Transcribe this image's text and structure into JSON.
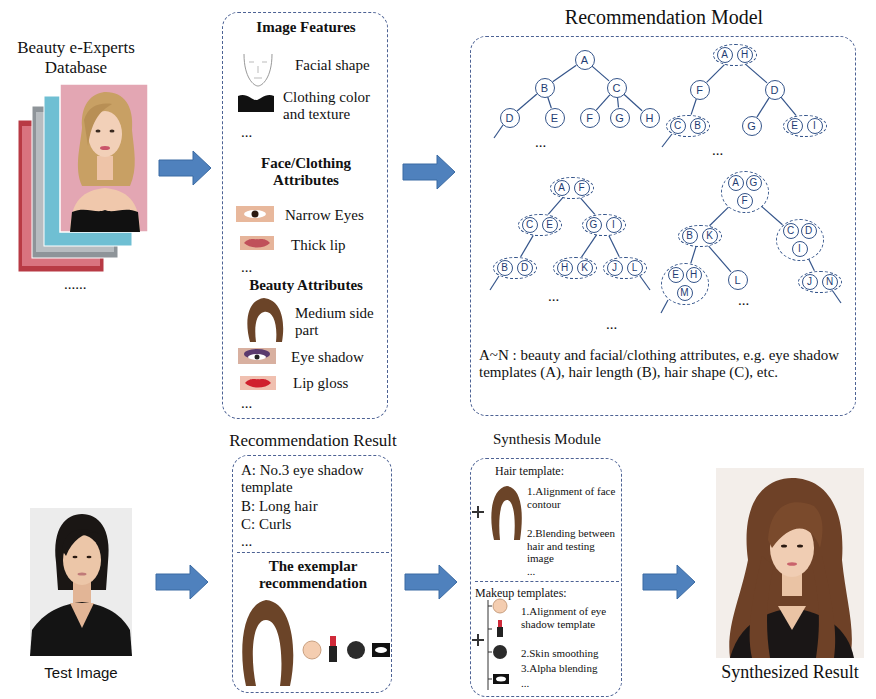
{
  "diagram": {
    "nodes": [
      {
        "text": [
          "Beauty e-Experts Database"
        ]
      },
      {
        "text": [
          "Image Features",
          "Facial shape",
          "Clothing color and texture",
          "...",
          "Face/Clothing Attributes",
          "Narrow Eyes",
          "Thick lip",
          "...",
          "Beauty Attributes",
          "Medium side part",
          "Eye shadow",
          "Lip gloss",
          "..."
        ]
      },
      {
        "text": [
          "Recommendation Model",
          "A~N : beauty and facial/clothing attributes, e.g. eye shadow templates (A), hair length (B), hair shape (C), etc."
        ]
      },
      {
        "text": [
          "A"
        ],
        "in": 2
      },
      {
        "text": [
          "B"
        ],
        "in": 2
      },
      {
        "text": [
          "C"
        ],
        "in": 2
      },
      {
        "text": [
          "D"
        ],
        "in": 2
      },
      {
        "text": [
          "E"
        ],
        "in": 2
      },
      {
        "text": [
          "F"
        ],
        "in": 2
      },
      {
        "text": [
          "G"
        ],
        "in": 2
      },
      {
        "text": [
          "H"
        ],
        "in": 2
      },
      {
        "text": [
          "A",
          "H"
        ],
        "in": 2
      },
      {
        "text": [
          "F"
        ],
        "in": 2
      },
      {
        "text": [
          "D"
        ],
        "in": 2
      },
      {
        "text": [
          "C",
          "B"
        ],
        "in": 2
      },
      {
        "text": [
          "G"
        ],
        "in": 2
      },
      {
        "text": [
          "E",
          "I"
        ],
        "in": 2
      },
      {
        "text": [
          "A",
          "F"
        ],
        "in": 2
      },
      {
        "text": [
          "C",
          "E"
        ],
        "in": 2
      },
      {
        "text": [
          "G",
          "I"
        ],
        "in": 2
      },
      {
        "text": [
          "B",
          "D"
        ],
        "in": 2
      },
      {
        "text": [
          "H",
          "K"
        ],
        "in": 2
      },
      {
        "text": [
          "J",
          "L"
        ],
        "in": 2
      },
      {
        "text": [
          "A",
          "G",
          "F"
        ],
        "in": 2
      },
      {
        "text": [
          "B",
          "K"
        ],
        "in": 2
      },
      {
        "text": [
          "C",
          "D",
          "I"
        ],
        "in": 2
      },
      {
        "text": [
          "E",
          "H",
          "M"
        ],
        "in": 2
      },
      {
        "text": [
          "L"
        ],
        "in": 2
      },
      {
        "text": [
          "J",
          "N"
        ],
        "in": 2
      },
      {
        "text": [
          "Test Image"
        ]
      },
      {
        "text": [
          "Recommendation Result",
          "A: No.3 eye shadow template",
          "B: Long hair",
          "C: Curls",
          "...",
          "The exemplar recommendation"
        ]
      },
      {
        "text": [
          "Synthesis Module",
          "Hair template:",
          "1.Alignment of face contour",
          "2.Blending between hair and testing image",
          "...",
          "Makeup templates:",
          "1.Alignment of eye shadow template",
          "2.Skin smoothing",
          "3.Alpha blending",
          "..."
        ]
      },
      {
        "text": [
          "Synthesized Result"
        ]
      }
    ],
    "edges": [
      {
        "from": 0,
        "to": 1,
        "arrow": "to"
      },
      {
        "from": 1,
        "to": 2,
        "arrow": "to"
      },
      {
        "from": 3,
        "to": 4,
        "arrow": "none"
      },
      {
        "from": 3,
        "to": 5,
        "arrow": "none"
      },
      {
        "from": 4,
        "to": 6,
        "arrow": "none"
      },
      {
        "from": 4,
        "to": 7,
        "arrow": "none"
      },
      {
        "from": 5,
        "to": 8,
        "arrow": "none"
      },
      {
        "from": 5,
        "to": 9,
        "arrow": "none"
      },
      {
        "from": 5,
        "to": 10,
        "arrow": "none"
      },
      {
        "from": 11,
        "to": 12,
        "arrow": "none"
      },
      {
        "from": 11,
        "to": 13,
        "arrow": "none"
      },
      {
        "from": 12,
        "to": 14,
        "arrow": "none"
      },
      {
        "from": 13,
        "to": 15,
        "arrow": "none"
      },
      {
        "from": 13,
        "to": 16,
        "arrow": "none"
      },
      {
        "from": 17,
        "to": 18,
        "arrow": "none"
      },
      {
        "from": 17,
        "to": 19,
        "arrow": "none"
      },
      {
        "from": 18,
        "to": 20,
        "arrow": "none"
      },
      {
        "from": 19,
        "to": 21,
        "arrow": "none"
      },
      {
        "from": 19,
        "to": 22,
        "arrow": "none"
      },
      {
        "from": 23,
        "to": 24,
        "arrow": "none"
      },
      {
        "from": 23,
        "to": 25,
        "arrow": "none"
      },
      {
        "from": 24,
        "to": 26,
        "arrow": "none"
      },
      {
        "from": 24,
        "to": 27,
        "arrow": "none"
      },
      {
        "from": 25,
        "to": 28,
        "arrow": "none"
      },
      {
        "from": 29,
        "to": 30,
        "arrow": "to"
      },
      {
        "from": 30,
        "to": 31,
        "arrow": "to"
      },
      {
        "from": 31,
        "to": 32,
        "arrow": "to"
      }
    ],
    "labels": [
      "......",
      "...",
      "...",
      "...",
      "...",
      "..."
    ]
  }
}
